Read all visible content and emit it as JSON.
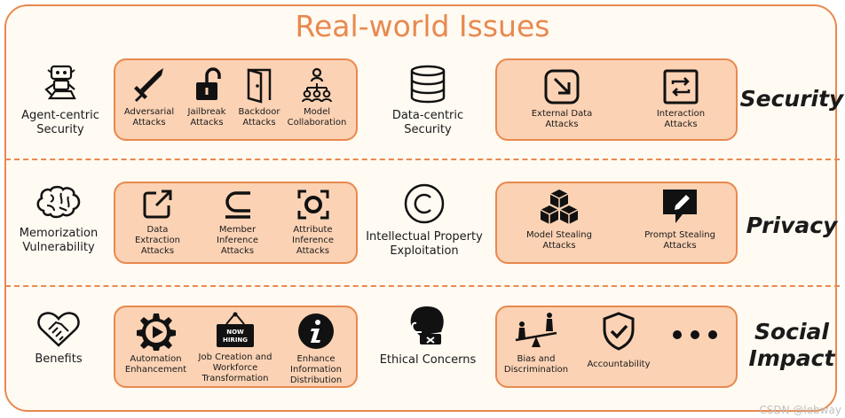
{
  "title": "Real-world Issues",
  "colors": {
    "accent": "#e8894f",
    "box_fill": "#fbd2b4",
    "frame_fill": "#fffaf2"
  },
  "rows": {
    "security": {
      "title": "Security",
      "left_label": "Agent-centric Security",
      "left_icon": "robot-icon",
      "items": [
        {
          "label": "Adversarial Attacks",
          "icon": "sword-icon"
        },
        {
          "label": "Jailbreak Attacks",
          "icon": "unlock-icon"
        },
        {
          "label": "Backdoor Attacks",
          "icon": "door-icon"
        },
        {
          "label": "Model Collaboration",
          "icon": "network-icon"
        }
      ],
      "mid_label": "Data-centric Security",
      "mid_icon": "database-icon",
      "right_items": [
        {
          "label": "External Data Attacks",
          "icon": "import-arrow-icon"
        },
        {
          "label": "Interaction Attacks",
          "icon": "exchange-icon"
        }
      ]
    },
    "privacy": {
      "title": "Privacy",
      "left_label": "Memorization Vulnerability",
      "left_icon": "brain-icon",
      "items": [
        {
          "label": "Data Extraction Attacks",
          "icon": "external-link-icon"
        },
        {
          "label": "Member Inference Attacks",
          "icon": "subset-icon"
        },
        {
          "label": "Attribute Inference Attacks",
          "icon": "scan-icon"
        }
      ],
      "mid_label": "Intellectual Property Exploitation",
      "mid_icon": "copyright-icon",
      "right_items": [
        {
          "label": "Model Stealing Attacks",
          "icon": "cubes-icon"
        },
        {
          "label": "Prompt Stealing Attacks",
          "icon": "edit-comment-icon"
        }
      ]
    },
    "social": {
      "title_line1": "Social",
      "title_line2": "Impact",
      "left_label": "Benefits",
      "left_icon": "handshake-heart-icon",
      "items": [
        {
          "label": "Automation Enhancement",
          "icon": "gear-play-icon"
        },
        {
          "label": "Job Creation and Workforce Transformation",
          "icon": "now-hiring-sign-icon",
          "sign_text": "NOW HIRING"
        },
        {
          "label": "Enhance Information Distribution",
          "icon": "info-icon"
        }
      ],
      "mid_label": "Ethical Concerns",
      "mid_icon": "boxing-glove-icon",
      "right_items": [
        {
          "label": "Bias and Discrimination",
          "icon": "seesaw-icon"
        },
        {
          "label": "Accountability",
          "icon": "shield-check-icon"
        },
        {
          "label": "",
          "icon": "more-dots-icon"
        }
      ]
    }
  },
  "watermark": "CSDN @lebway"
}
